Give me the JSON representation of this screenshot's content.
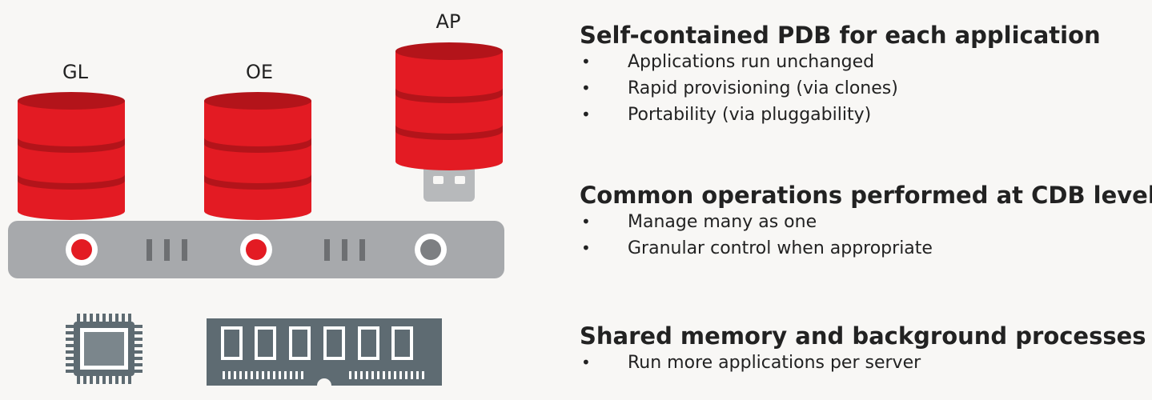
{
  "databases": [
    {
      "id": "gl",
      "label": "GL"
    },
    {
      "id": "oe",
      "label": "OE"
    },
    {
      "id": "ap",
      "label": "AP"
    }
  ],
  "colors": {
    "db_red": "#e31b23",
    "db_dark_red": "#b3141a",
    "rail_gray": "#a7a9ac",
    "hardware_slate": "#5e6b72",
    "background": "#f8f7f5",
    "text": "#222222"
  },
  "icons": {
    "cpu": "cpu-chip-icon",
    "memory": "memory-module-icon",
    "usb": "usb-plug-icon"
  },
  "sections": [
    {
      "title": "Self-contained PDB for each application",
      "bullets": [
        "Applications run unchanged",
        "Rapid provisioning (via clones)",
        "Portability (via pluggability)"
      ]
    },
    {
      "title": "Common operations performed at CDB level",
      "bullets": [
        "Manage many as one",
        "Granular control when appropriate"
      ]
    },
    {
      "title": "Shared memory and background processes",
      "bullets": [
        "Run more applications per server"
      ]
    }
  ]
}
